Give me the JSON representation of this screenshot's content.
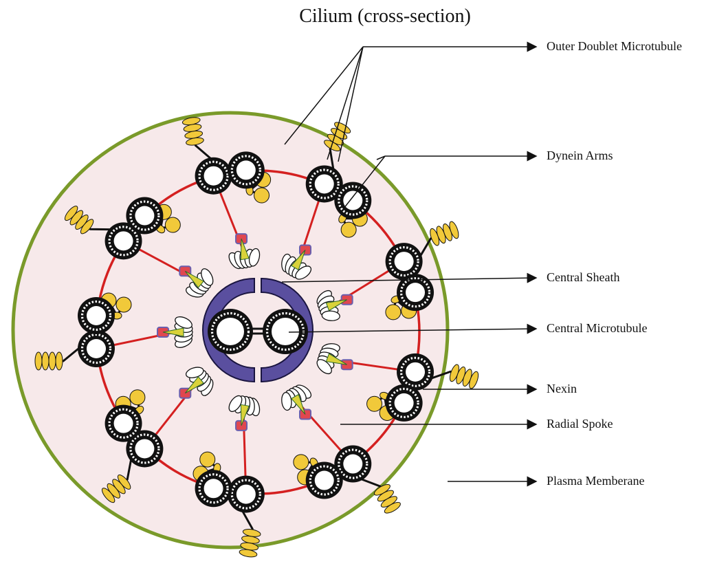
{
  "title": "Cilium (cross-section)",
  "labels": {
    "outer_doublet": "Outer Doublet Microtubule",
    "dynein_arms": "Dynein Arms",
    "central_sheath": "Central Sheath",
    "central_microtubule": "Central Microtubule",
    "nexin": "Nexin",
    "radial_spoke": "Radial Spoke",
    "plasma_membrane": "Plasma Memberane"
  },
  "colors": {
    "membrane_outline": "#7a9a2a",
    "cytoplasm": "#f7e9ea",
    "microtubule": "#111111",
    "nexin": "#d42020",
    "dynein": "#f1c93a",
    "central_sheath": "#5a4f9f",
    "spoke_head": "#e0474f"
  }
}
